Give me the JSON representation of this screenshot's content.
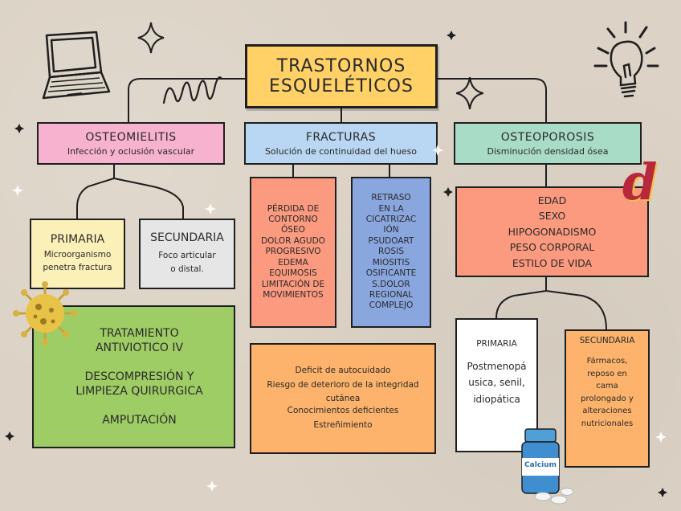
{
  "title": {
    "line1": "TRASTORNOS",
    "line2": "ESQUELÉTICOS"
  },
  "colors": {
    "yellow": "#ffd166",
    "pink": "#f7b2cf",
    "blue": "#b9d6f2",
    "mint": "#a8dcc7",
    "salmon": "#fb9a7e",
    "indigo": "#8aa6df",
    "orange": "#fdb36b",
    "green": "#9fcd65",
    "cream": "#fbf1b8",
    "grey": "#e6e6e6",
    "white": "#ffffff",
    "logo_red": "#b8283d"
  },
  "osteomielitis": {
    "title": "OSTEOMIELITIS",
    "subtitle": "Infección y oclusión vascular",
    "primaria": {
      "title": "PRIMARIA",
      "lines": [
        "Microorganismo",
        "penetra fractura"
      ]
    },
    "secundaria": {
      "title": "SECUNDARIA",
      "lines": [
        "Foco articular",
        "o distal."
      ]
    },
    "tratamiento": {
      "lines": [
        "TRATAMIENTO",
        "ANTIVIOTICO IV",
        "",
        "DESCOMPRESIÓN Y",
        "LIMPIEZA QUIRURGICA",
        "",
        "AMPUTACIÓN"
      ]
    }
  },
  "fracturas": {
    "title": "FRACTURAS",
    "subtitle": "Solución de continuidad del hueso",
    "sintomas": [
      "PÉRDIDA DE",
      "CONTORNO",
      "ÓSEO",
      "DOLOR AGUDO",
      "PROGRESIVO",
      "EDEMA",
      "EQUIMOSIS",
      "LIMITACIÓN DE",
      "MOVIMIENTOS"
    ],
    "complicaciones": [
      "RETRASO",
      "EN LA",
      "CICATRIZAC",
      "IÓN",
      "PSUDOART",
      "ROSIS",
      "MIOSITIS",
      "OSIFICANTE",
      "S.DOLOR",
      "REGIONAL",
      "COMPLEJO"
    ],
    "diagnosticos": [
      "Deficit de autocuidado",
      "Riesgo de deterioro de la integridad",
      "cutánea",
      "Conocimientos deficientes",
      "Estreñimiento"
    ]
  },
  "osteoporosis": {
    "title": "OSTEOPOROSIS",
    "subtitle": "Disminución densidad ósea",
    "factores": [
      "EDAD",
      "SEXO",
      "HIPOGONADISMO",
      "PESO CORPORAL",
      "ESTILO DE VIDA"
    ],
    "primaria": {
      "title": "PRIMARIA",
      "lines": [
        "Postmenopá",
        "usica, senil,",
        "idiopática"
      ]
    },
    "secundaria": {
      "title": "SECUNDARIA",
      "lines": [
        "Fármacos,",
        "reposo en",
        "cama",
        "prolongado y",
        "alteraciones",
        "nutricionales"
      ]
    }
  },
  "decor": {
    "logo": "d",
    "bottle_label": "Calcium",
    "icons": [
      "laptop-icon",
      "lightbulb-icon",
      "sparkle-icon",
      "virus-icon",
      "spiral-icon",
      "pill-bottle-icon"
    ]
  }
}
